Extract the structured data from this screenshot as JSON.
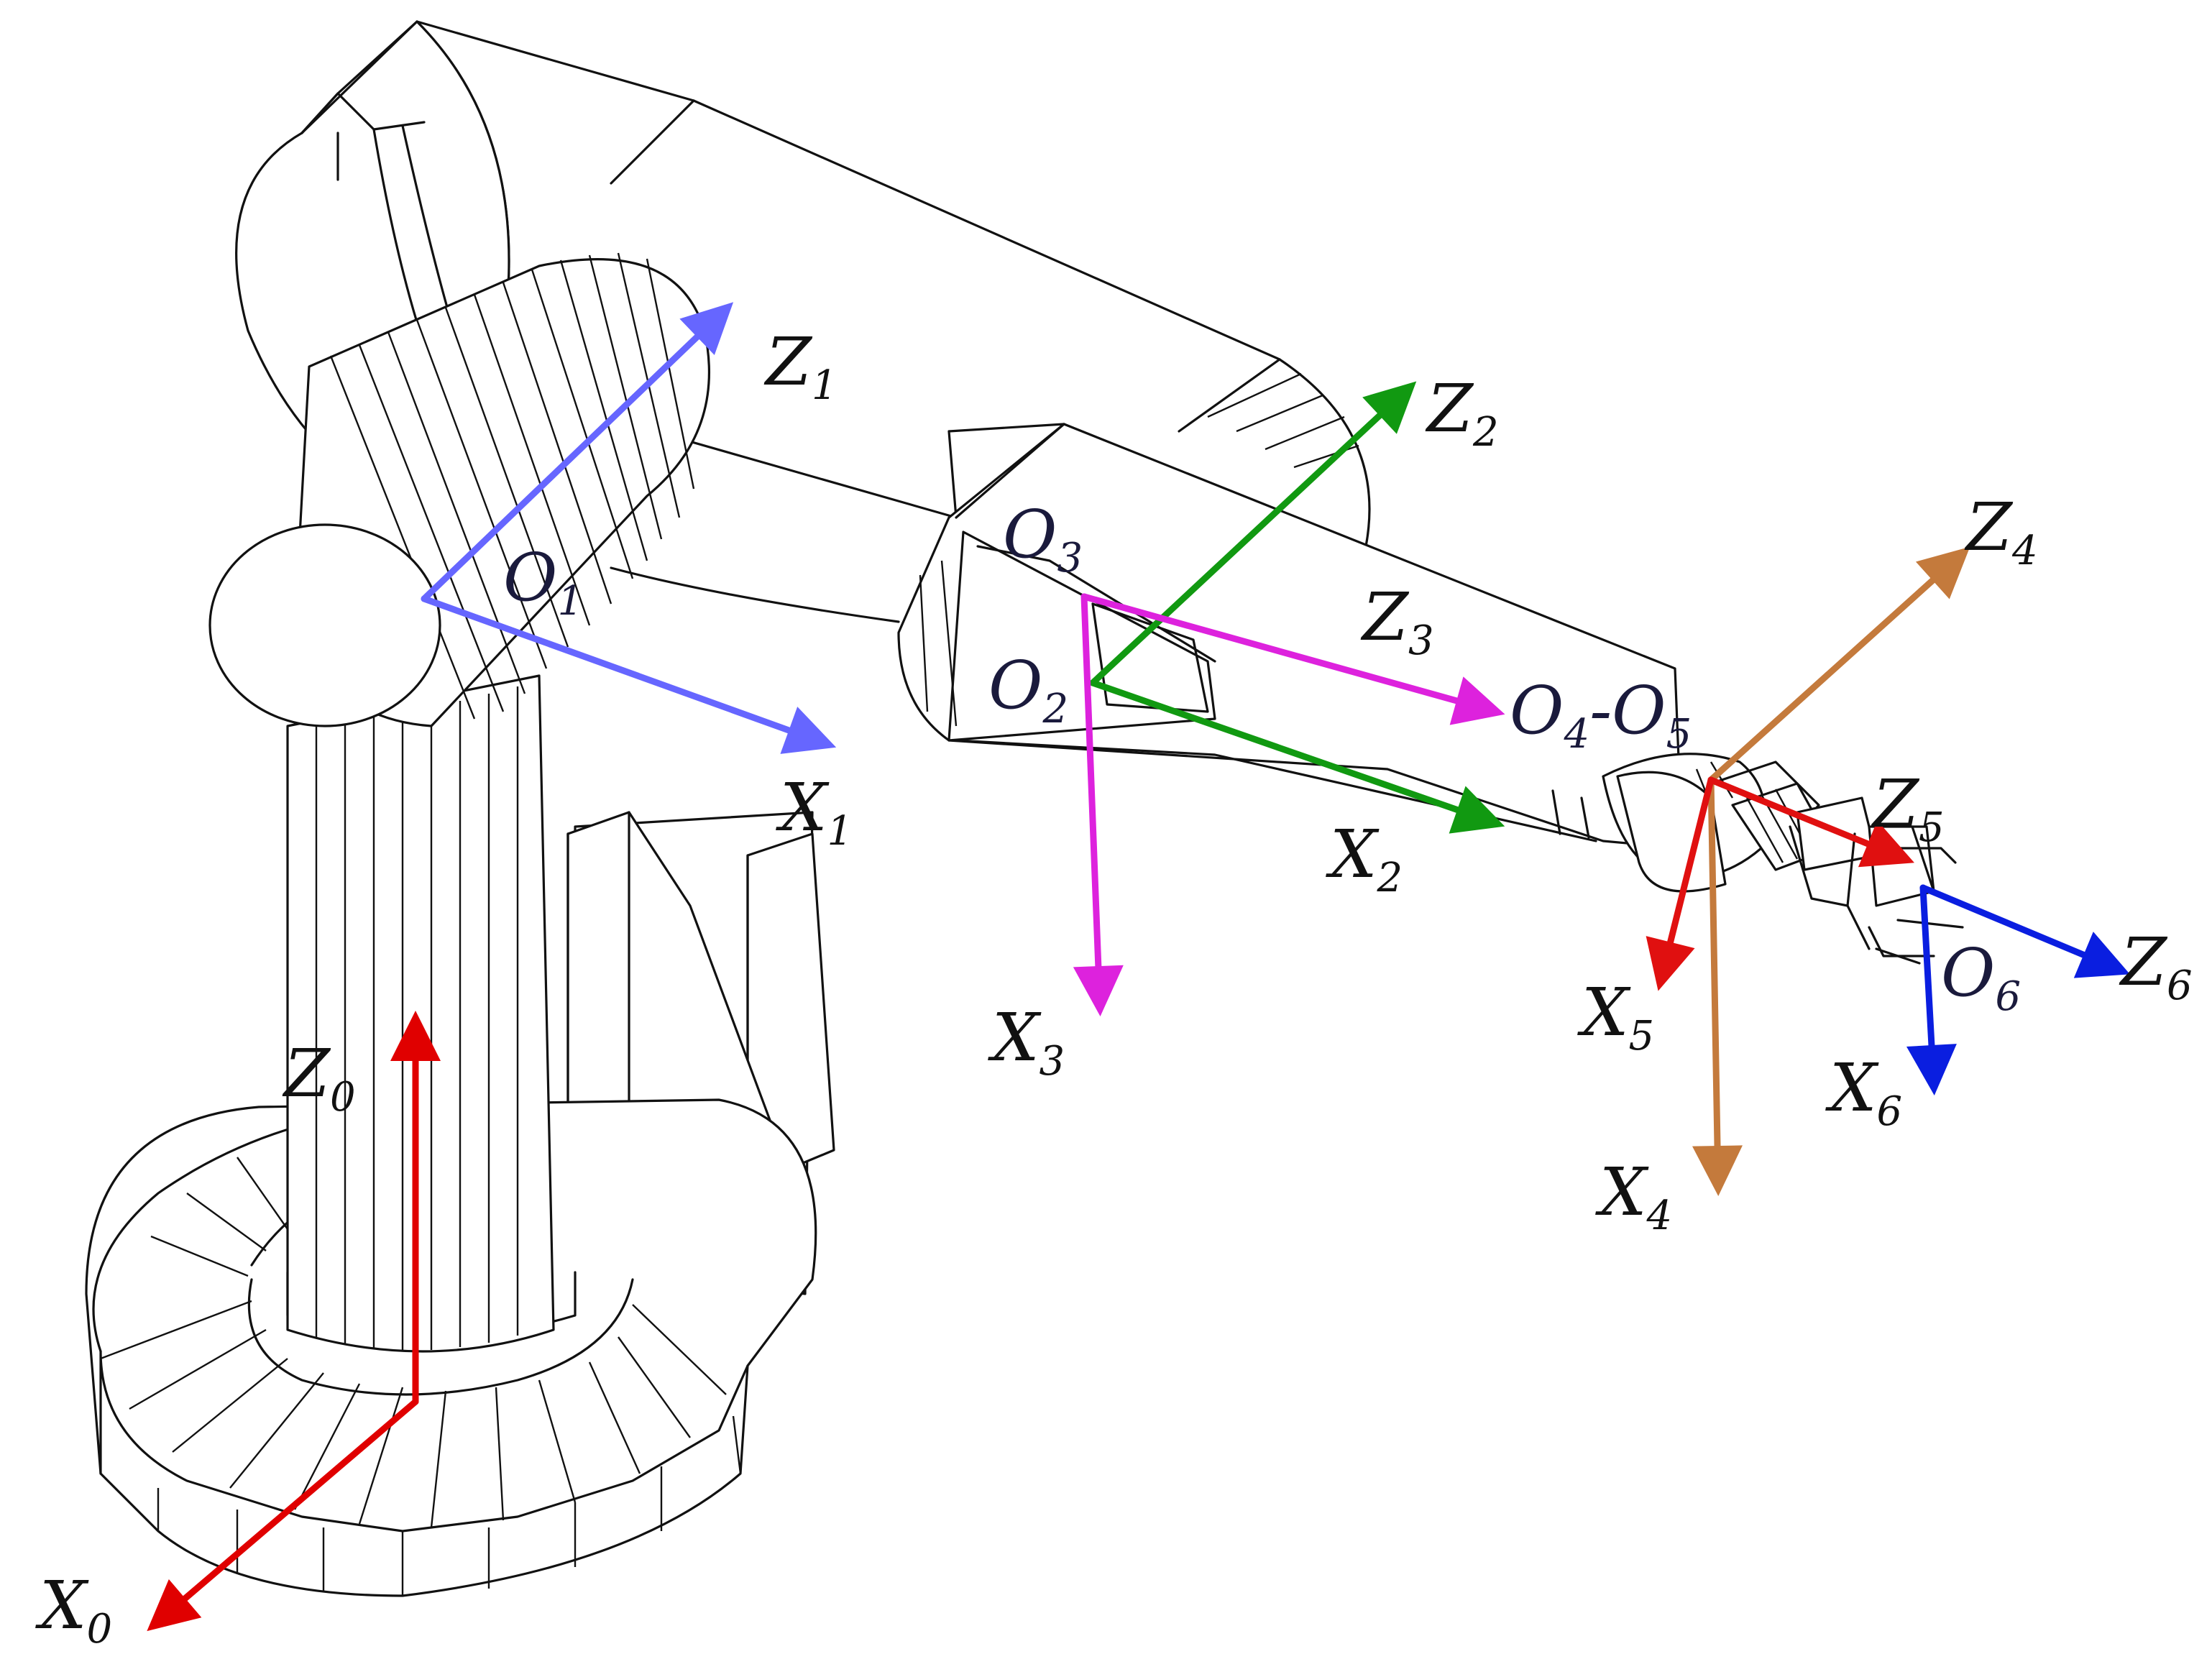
{
  "colors": {
    "frame0": "#e00000",
    "frame1": "#6666ff",
    "frame2": "#119911",
    "frame3": "#dd22dd",
    "frame4": "#c47a3c",
    "frame5": "#e01010",
    "frame6": "#0a1ee0",
    "outline": "#111111",
    "label": "#111111",
    "origin_label": "#1a1a3c"
  },
  "frames": {
    "f0": {
      "z": {
        "main": "Z",
        "sub": "0"
      },
      "x": {
        "main": "X",
        "sub": "0"
      }
    },
    "f1": {
      "origin": {
        "main": "O",
        "sub": "1"
      },
      "z": {
        "main": "Z",
        "sub": "1"
      },
      "x": {
        "main": "X",
        "sub": "1"
      }
    },
    "f2": {
      "origin": {
        "main": "O",
        "sub": "2"
      },
      "z": {
        "main": "Z",
        "sub": "2"
      },
      "x": {
        "main": "X",
        "sub": "2"
      }
    },
    "f3": {
      "origin": {
        "main": "O",
        "sub": "3"
      },
      "z": {
        "main": "Z",
        "sub": "3"
      },
      "x": {
        "main": "X",
        "sub": "3"
      }
    },
    "f45": {
      "origin_a": {
        "main": "O",
        "sub": "4"
      },
      "separator": "-",
      "origin_b": {
        "main": "O",
        "sub": "5"
      }
    },
    "f4": {
      "z": {
        "main": "Z",
        "sub": "4"
      },
      "x": {
        "main": "X",
        "sub": "4"
      }
    },
    "f5": {
      "z": {
        "main": "Z",
        "sub": "5"
      },
      "x": {
        "main": "X",
        "sub": "5"
      }
    },
    "f6": {
      "origin": {
        "main": "O",
        "sub": "6"
      },
      "z": {
        "main": "Z",
        "sub": "6"
      },
      "x": {
        "main": "X",
        "sub": "6"
      }
    }
  }
}
